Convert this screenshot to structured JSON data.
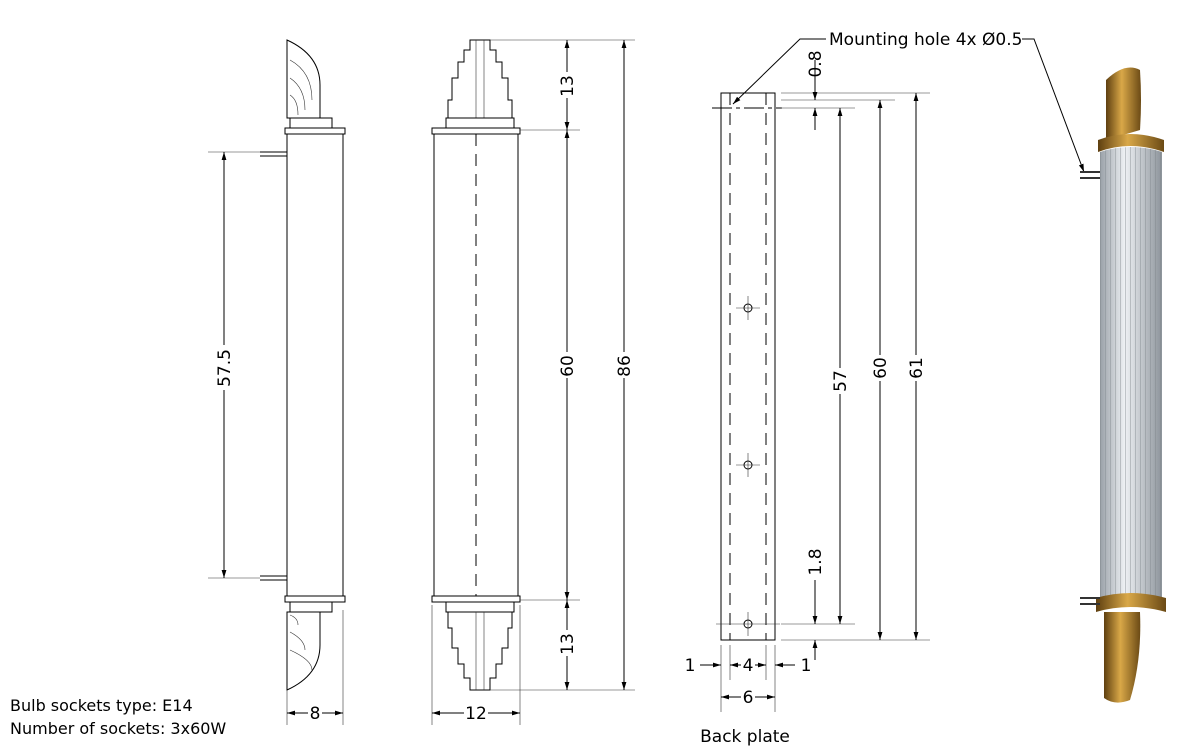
{
  "notes": {
    "bulb_sockets": "Bulb sockets type: E14",
    "number_of_sockets": "Number of sockets: 3x60W"
  },
  "side_view": {
    "height_between_arms": "57.5",
    "width": "8"
  },
  "front_view": {
    "top_cap": "13",
    "body": "60",
    "bottom_cap": "13",
    "total": "86",
    "width": "12"
  },
  "back_plate": {
    "label": "Back plate",
    "mounting_hole": "Mounting hole 4x Ø0.5",
    "top_offset": "0.8",
    "hole_spacing": "57",
    "inner_height": "60",
    "total_height": "61",
    "bottom_offset": "1.8",
    "left_margin": "1",
    "hole_width": "4",
    "right_margin": "1",
    "width": "6"
  },
  "colors": {
    "brass": "#b8862b",
    "glass": "#d8dde2"
  }
}
